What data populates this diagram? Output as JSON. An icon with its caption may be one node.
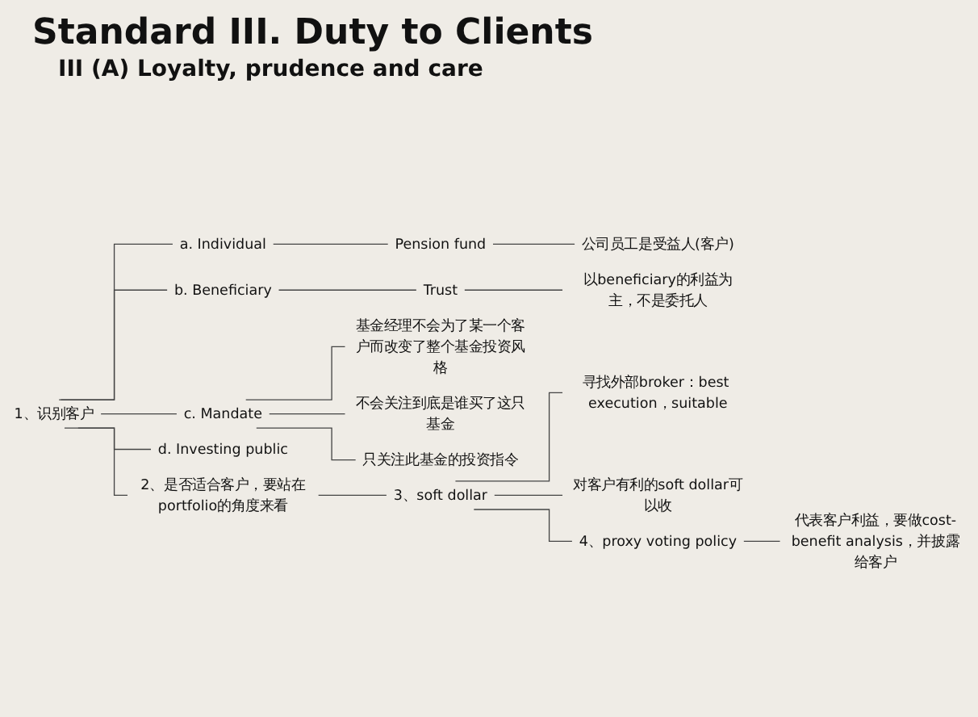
{
  "diagram": {
    "title": "Standard III. Duty to Clients",
    "nodes": [
      {
        "text": [
          "1、识别客户"
        ]
      },
      {
        "text": [
          "a. Individual"
        ]
      },
      {
        "text": [
          "Pension fund"
        ]
      },
      {
        "text": [
          "公司员工是受益人(客户)"
        ]
      },
      {
        "text": [
          "b. Beneficiary"
        ]
      },
      {
        "text": [
          "Trust"
        ]
      },
      {
        "text": [
          "以beneficiary的利益为主，不是委托人"
        ]
      },
      {
        "text": [
          "c. Mandate"
        ]
      },
      {
        "text": [
          "基金经理不会为了某一个客户而改变了整个基金投资风格"
        ]
      },
      {
        "text": [
          "不会关注到底是谁买了这只基金"
        ]
      },
      {
        "text": [
          "只关注此基金的投资指令"
        ]
      },
      {
        "text": [
          "d. Investing public"
        ]
      },
      {
        "text": [
          "2、是否适合客户，要站在portfolio的角度来看"
        ]
      },
      {
        "text": [
          "3、soft dollar"
        ]
      },
      {
        "text": [
          "寻找外部broker：best execution，suitable"
        ]
      },
      {
        "text": [
          "对客户有利的soft dollar可以收"
        ]
      },
      {
        "text": [
          "4、proxy voting policy"
        ]
      },
      {
        "text": [
          "代表客户利益，要做cost-benefit analysis，并披露给客户"
        ]
      }
    ],
    "edges": [
      {
        "from": 0,
        "to": 1,
        "arrow": "none"
      },
      {
        "from": 1,
        "to": 2,
        "arrow": "none"
      },
      {
        "from": 2,
        "to": 3,
        "arrow": "none"
      },
      {
        "from": 0,
        "to": 4,
        "arrow": "none"
      },
      {
        "from": 4,
        "to": 5,
        "arrow": "none"
      },
      {
        "from": 5,
        "to": 6,
        "arrow": "none"
      },
      {
        "from": 0,
        "to": 7,
        "arrow": "none"
      },
      {
        "from": 7,
        "to": 8,
        "arrow": "none"
      },
      {
        "from": 7,
        "to": 9,
        "arrow": "none"
      },
      {
        "from": 7,
        "to": 10,
        "arrow": "none"
      },
      {
        "from": 0,
        "to": 11,
        "arrow": "none"
      },
      {
        "from": 0,
        "to": 12,
        "arrow": "none"
      },
      {
        "from": 12,
        "to": 13,
        "arrow": "none"
      },
      {
        "from": 13,
        "to": 14,
        "arrow": "none"
      },
      {
        "from": 13,
        "to": 15,
        "arrow": "none"
      },
      {
        "from": 13,
        "to": 16,
        "arrow": "none"
      },
      {
        "from": 16,
        "to": 17,
        "arrow": "none"
      }
    ],
    "labels": [
      "III (A)  Loyalty, prudence and care"
    ]
  }
}
